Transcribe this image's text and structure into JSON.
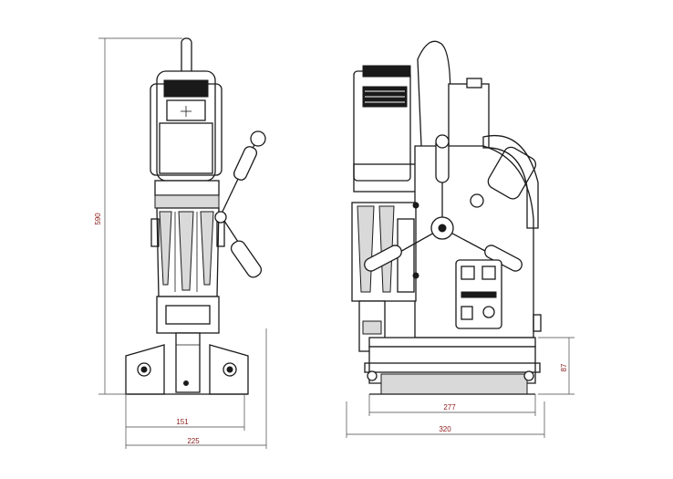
{
  "dimensions": {
    "height": "590",
    "base_inner_width": "151",
    "overall_width": "225",
    "side_base_width": "277",
    "side_overall_depth": "320",
    "base_height": "87"
  }
}
